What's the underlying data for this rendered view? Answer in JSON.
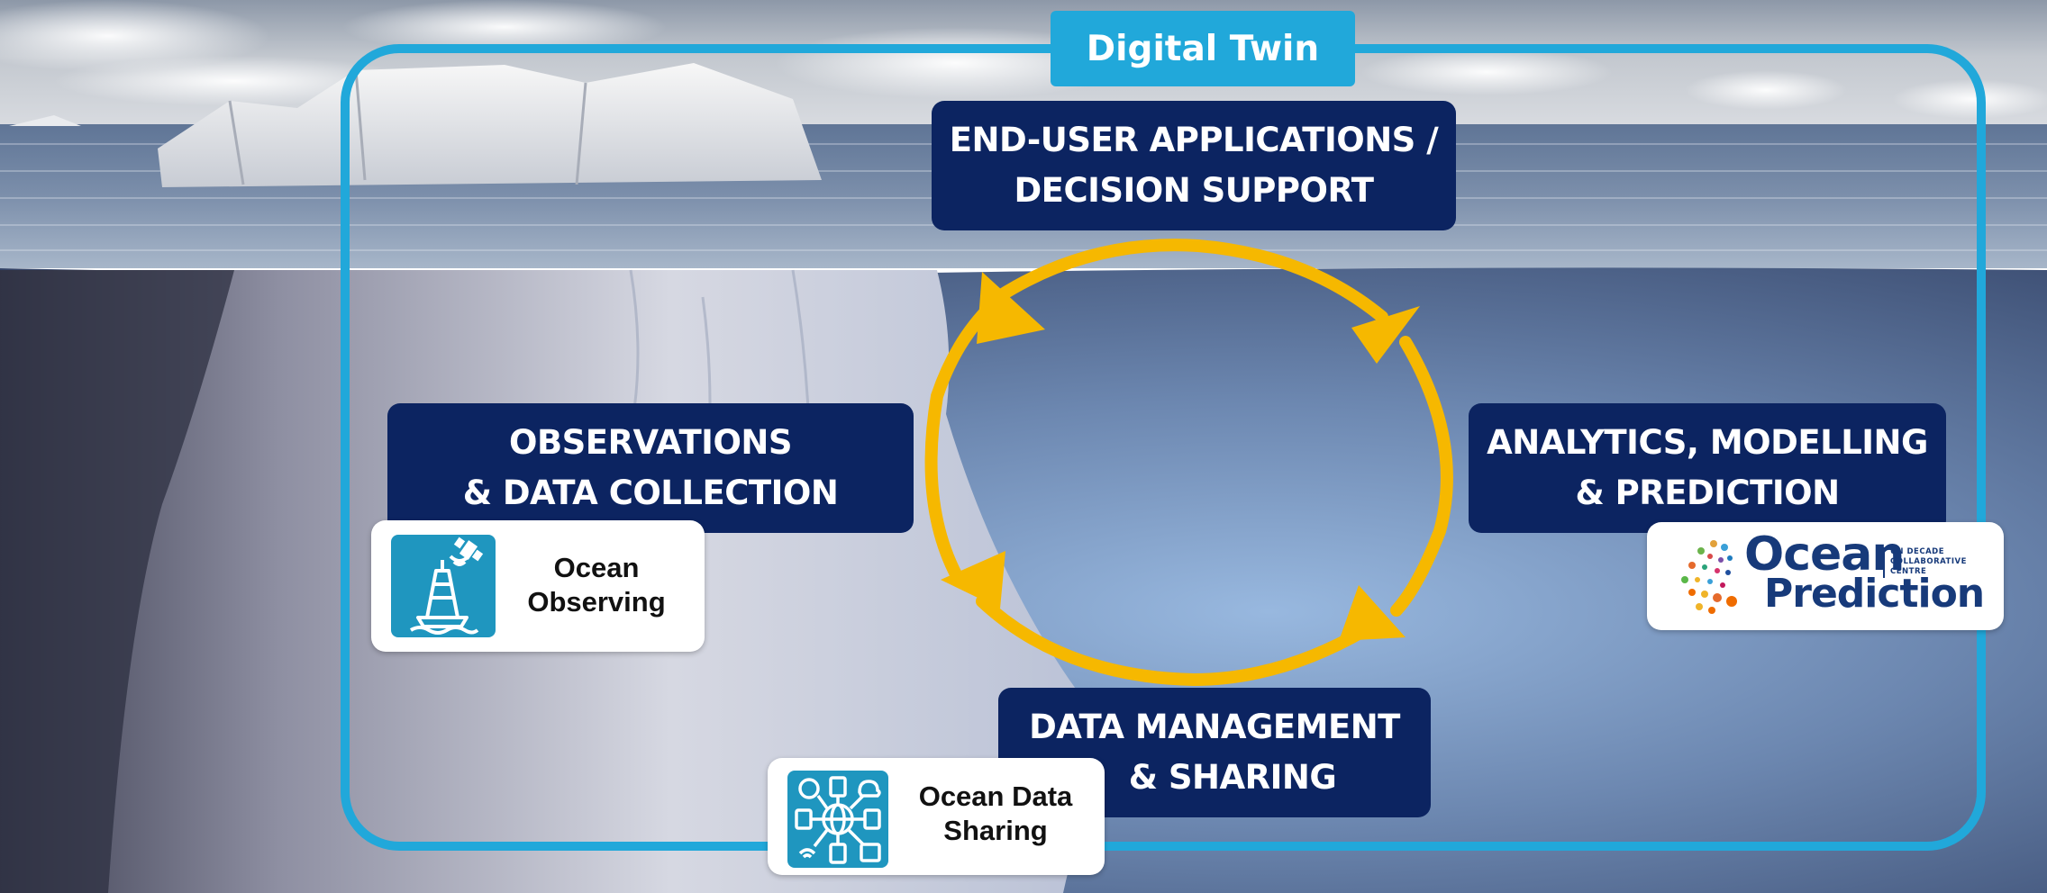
{
  "frame": {
    "label": "Digital Twin",
    "color": "#21a8da"
  },
  "cycle": {
    "color": "#f6b800",
    "arrows": 4
  },
  "boxes": {
    "end_user": {
      "lines": [
        "END-USER APPLICATIONS /",
        "DECISION SUPPORT"
      ]
    },
    "observations": {
      "lines": [
        "OBSERVATIONS",
        "& DATA COLLECTION"
      ]
    },
    "analytics": {
      "lines": [
        "ANALYTICS, MODELLING",
        "& PREDICTION"
      ]
    },
    "data_management": {
      "lines": [
        "DATA MANAGEMENT",
        "& SHARING"
      ]
    },
    "fill": "#0c2461"
  },
  "cards": {
    "observing": {
      "lines": [
        "Ocean",
        "Observing"
      ],
      "icon": "buoy-satellite-icon"
    },
    "sharing": {
      "lines": [
        "Ocean Data",
        "Sharing"
      ],
      "icon": "data-network-icon"
    },
    "prediction": {
      "word1": "Ocean",
      "word2": "Prediction",
      "tagline": [
        "UN DECADE",
        "COLLABORATIVE",
        "CENTRE"
      ],
      "icon": "colored-dots-logo"
    }
  },
  "background": {
    "scene": "iceberg-above-and-below-water"
  }
}
